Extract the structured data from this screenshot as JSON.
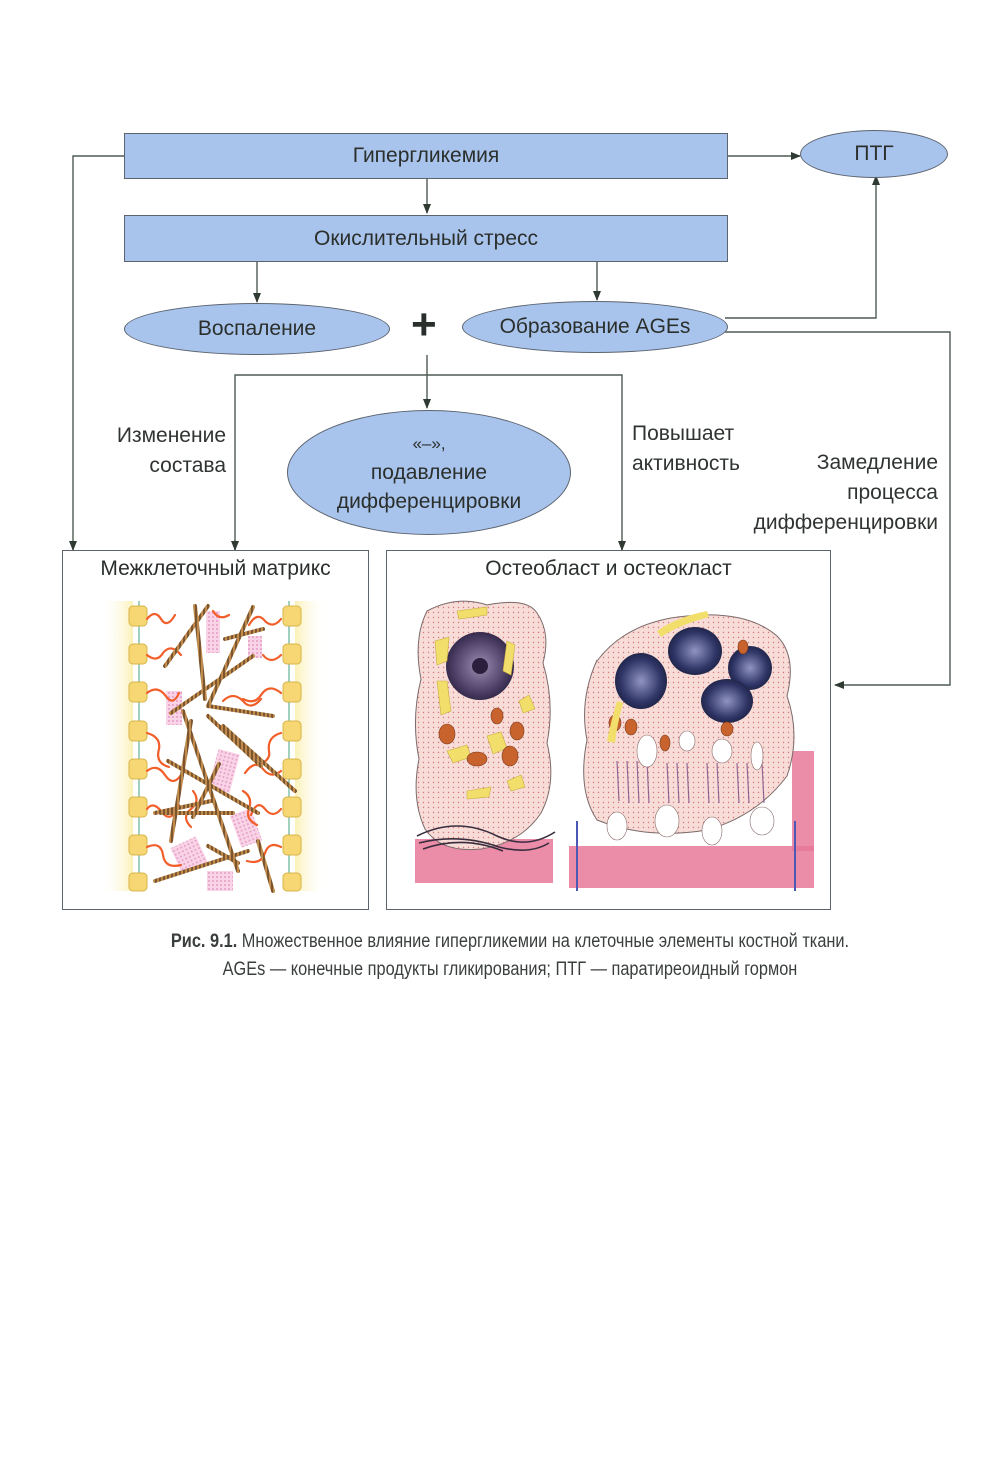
{
  "diagram": {
    "nodes": {
      "hyperglycemia": "Гипергликемия",
      "ptg": "ПТГ",
      "oxidative_stress": "Окислительный стресс",
      "inflammation": "Воспаление",
      "ages_formation": "Образование AGEs",
      "plus_sign": "+",
      "suppression_line1": "«–»,",
      "suppression_line2": "подавление",
      "suppression_line3": "дифференцировки"
    },
    "edge_labels": {
      "composition_change_1": "Изменение",
      "composition_change_2": "состава",
      "increases_activity_1": "Повышает",
      "increases_activity_2": "активность",
      "slowdown_1": "Замедление",
      "slowdown_2": "процесса",
      "slowdown_3": "дифференцировки"
    },
    "panels": {
      "matrix_title": "Межклеточный матрикс",
      "cells_title": "Остеобласт и остеокласт"
    },
    "colors": {
      "node_fill": "#a9c4ec",
      "node_border": "#5c6470",
      "bone_pink": "#e8789a",
      "cytoplasm": "#f6d7d5",
      "organelle_yellow": "#f0e07a",
      "nucleus": "#4a3a5c"
    }
  },
  "caption": {
    "figure_label": "Рис. 9.1.",
    "line1": "Множественное влияние гипергликемии на клеточные элементы костной ткани.",
    "line2": "AGEs — конечные продукты гликирования; ПТГ — паратиреоидный гормон"
  }
}
